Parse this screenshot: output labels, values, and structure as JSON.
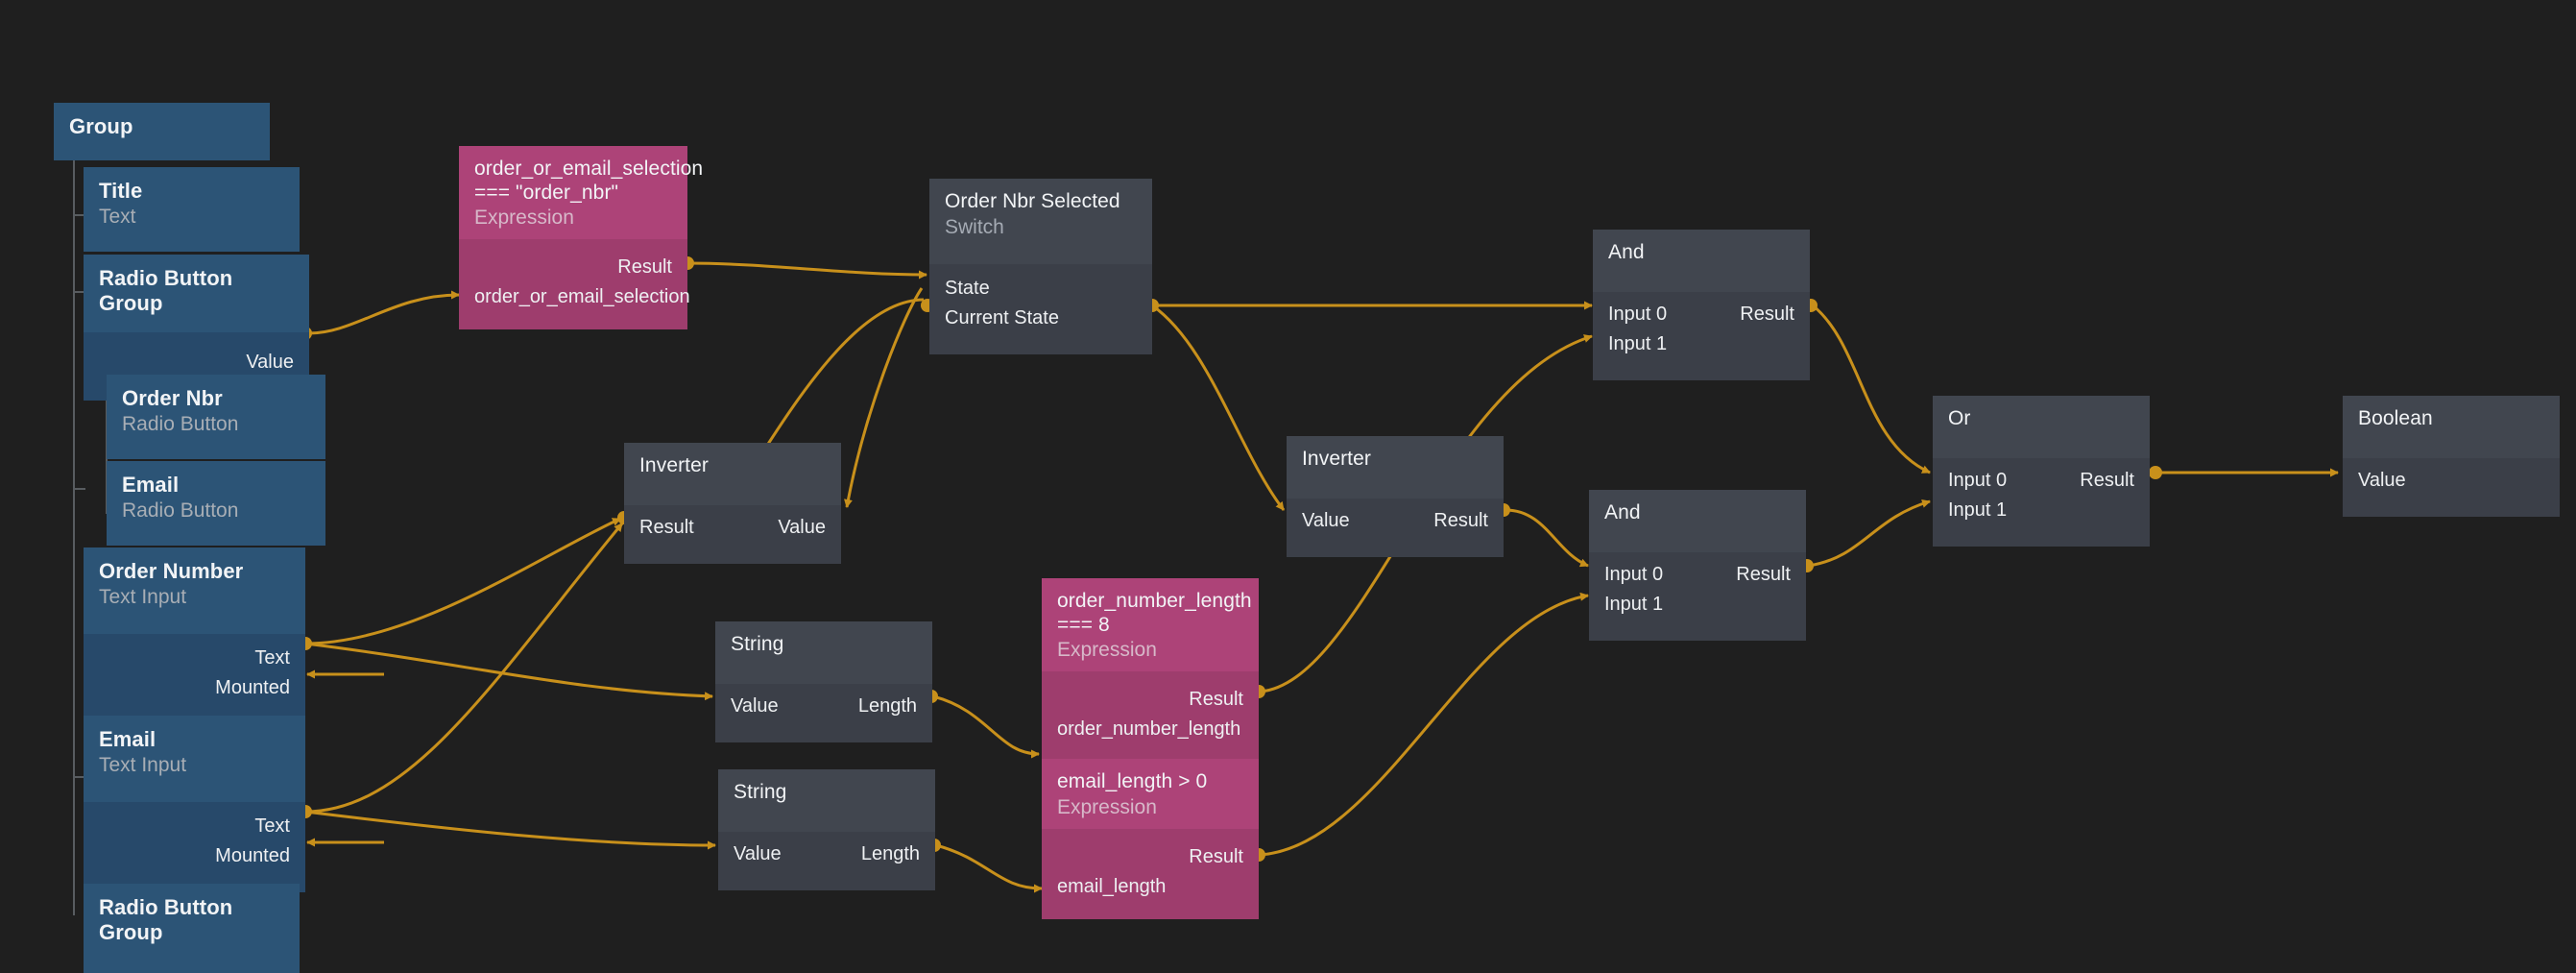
{
  "app": {
    "kind": "node-graph-editor",
    "background": "#1f1f1f",
    "wire_color": "#c8901b",
    "node_colors": {
      "widget_header": "#2c5476",
      "widget_body": "#27496a",
      "logic_header": "#41464f",
      "logic_body": "#3b3f48",
      "expression_header": "#ad4378",
      "expression_body": "#9e3d6d"
    }
  },
  "nodes": {
    "group": {
      "title": "Group"
    },
    "title_text": {
      "title": "Title",
      "subtitle": "Text"
    },
    "radio_button_group": {
      "title": "Radio Button Group",
      "ports": {
        "value": "Value"
      }
    },
    "order_nbr_radio": {
      "title": "Order Nbr",
      "subtitle": "Radio Button"
    },
    "email_radio": {
      "title": "Email",
      "subtitle": "Radio Button"
    },
    "order_number_input": {
      "title": "Order Number",
      "subtitle": "Text Input",
      "ports": {
        "text": "Text",
        "mounted": "Mounted"
      }
    },
    "email_input": {
      "title": "Email",
      "subtitle": "Text Input",
      "ports": {
        "text": "Text",
        "mounted": "Mounted"
      }
    },
    "radio_button_group_2": {
      "title": "Radio Button Group"
    },
    "expr_order_or_email": {
      "title": "order_or_email_selection\n=== \"order_nbr\"",
      "subtitle": "Expression",
      "ports": {
        "result": "Result",
        "input": "order_or_email_selection"
      }
    },
    "switch_order_nbr_selected": {
      "title": "Order Nbr Selected",
      "subtitle": "Switch",
      "ports": {
        "state": "State",
        "current_state": "Current State"
      }
    },
    "inverter_1": {
      "title": "Inverter",
      "ports": {
        "result": "Result",
        "value": "Value"
      }
    },
    "inverter_2": {
      "title": "Inverter",
      "ports": {
        "value": "Value",
        "result": "Result"
      }
    },
    "and_1": {
      "title": "And",
      "ports": {
        "input0": "Input 0",
        "input1": "Input 1",
        "result": "Result"
      }
    },
    "and_2": {
      "title": "And",
      "ports": {
        "input0": "Input 0",
        "input1": "Input 1",
        "result": "Result"
      }
    },
    "or_1": {
      "title": "Or",
      "ports": {
        "input0": "Input 0",
        "input1": "Input 1",
        "result": "Result"
      }
    },
    "boolean_1": {
      "title": "Boolean",
      "ports": {
        "value": "Value"
      }
    },
    "string_1": {
      "title": "String",
      "ports": {
        "value": "Value",
        "length": "Length"
      }
    },
    "string_2": {
      "title": "String",
      "ports": {
        "value": "Value",
        "length": "Length"
      }
    },
    "expr_order_number_length": {
      "title": "order_number_length\n=== 8",
      "subtitle": "Expression",
      "ports": {
        "result": "Result",
        "input": "order_number_length"
      }
    },
    "expr_email_length": {
      "title": "email_length > 0",
      "subtitle": "Expression",
      "ports": {
        "result": "Result",
        "input": "email_length"
      }
    }
  }
}
